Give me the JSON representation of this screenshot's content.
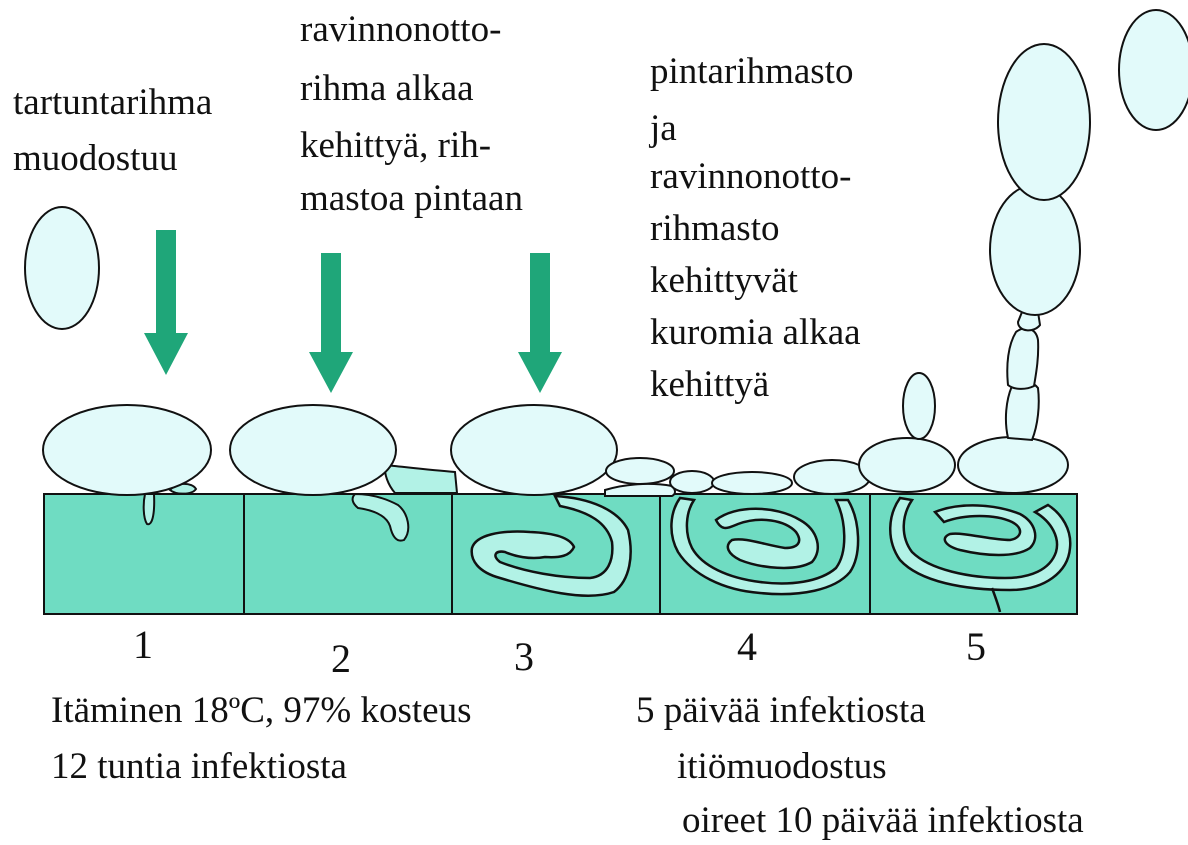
{
  "colors": {
    "spore_fill": "#e2fafa",
    "leaf_fill": "#6fdcc2",
    "hypha_fill": "#b2f2e6",
    "arrow_fill": "#1fa679",
    "outline": "#111111"
  },
  "stage1": {
    "caption_line1": "tartuntarihma",
    "caption_line2": "muodostuu"
  },
  "stage2": {
    "caption_line1": "ravinnonotto-",
    "caption_line2": "rihma  alkaa",
    "caption_line3": "kehittyä,  rih-",
    "caption_line4": "mastoa  pintaan"
  },
  "stage4": {
    "caption_line1": "pintarihmasto",
    "caption_line2": "ja",
    "caption_line3": "ravinnonotto-",
    "caption_line4": "rihmasto",
    "caption_line5": "kehittyvät",
    "caption_line6": "kuromia  alkaa",
    "caption_line7": "kehittyä"
  },
  "stage_numbers": [
    "1",
    "2",
    "3",
    "4",
    "5"
  ],
  "bottom_left": {
    "line1": "Itäminen  18ºC, 97% kosteus",
    "line2": "12 tuntia  infektiosta"
  },
  "bottom_right": {
    "line1": "5 päivää  infektiosta",
    "line2": "itiömuodostus",
    "line3": "oireet  10 päivää  infektiosta"
  }
}
